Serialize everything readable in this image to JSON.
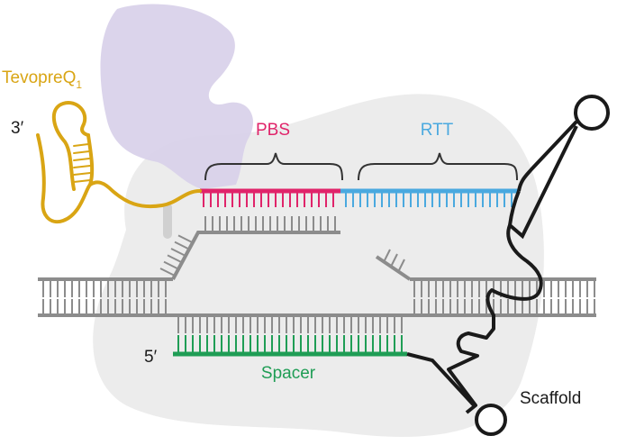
{
  "labels": {
    "pbs": "PBS",
    "rtt": "RTT",
    "spacer": "Spacer",
    "scaffold": "Scaffold",
    "tevopreq": "TevopreQ",
    "tevopreq_sub": "1",
    "three_prime": "3′",
    "five_prime": "5′"
  },
  "colors": {
    "pbs": "#e0246a",
    "rtt": "#4aa9df",
    "spacer": "#1f9d55",
    "tevopreq": "#d9a514",
    "scaffold": "#1a1a1a",
    "dna": "#8c8c8c",
    "protein_blob": "#ebebeb",
    "rt_enzyme": "#d7d0e8"
  }
}
